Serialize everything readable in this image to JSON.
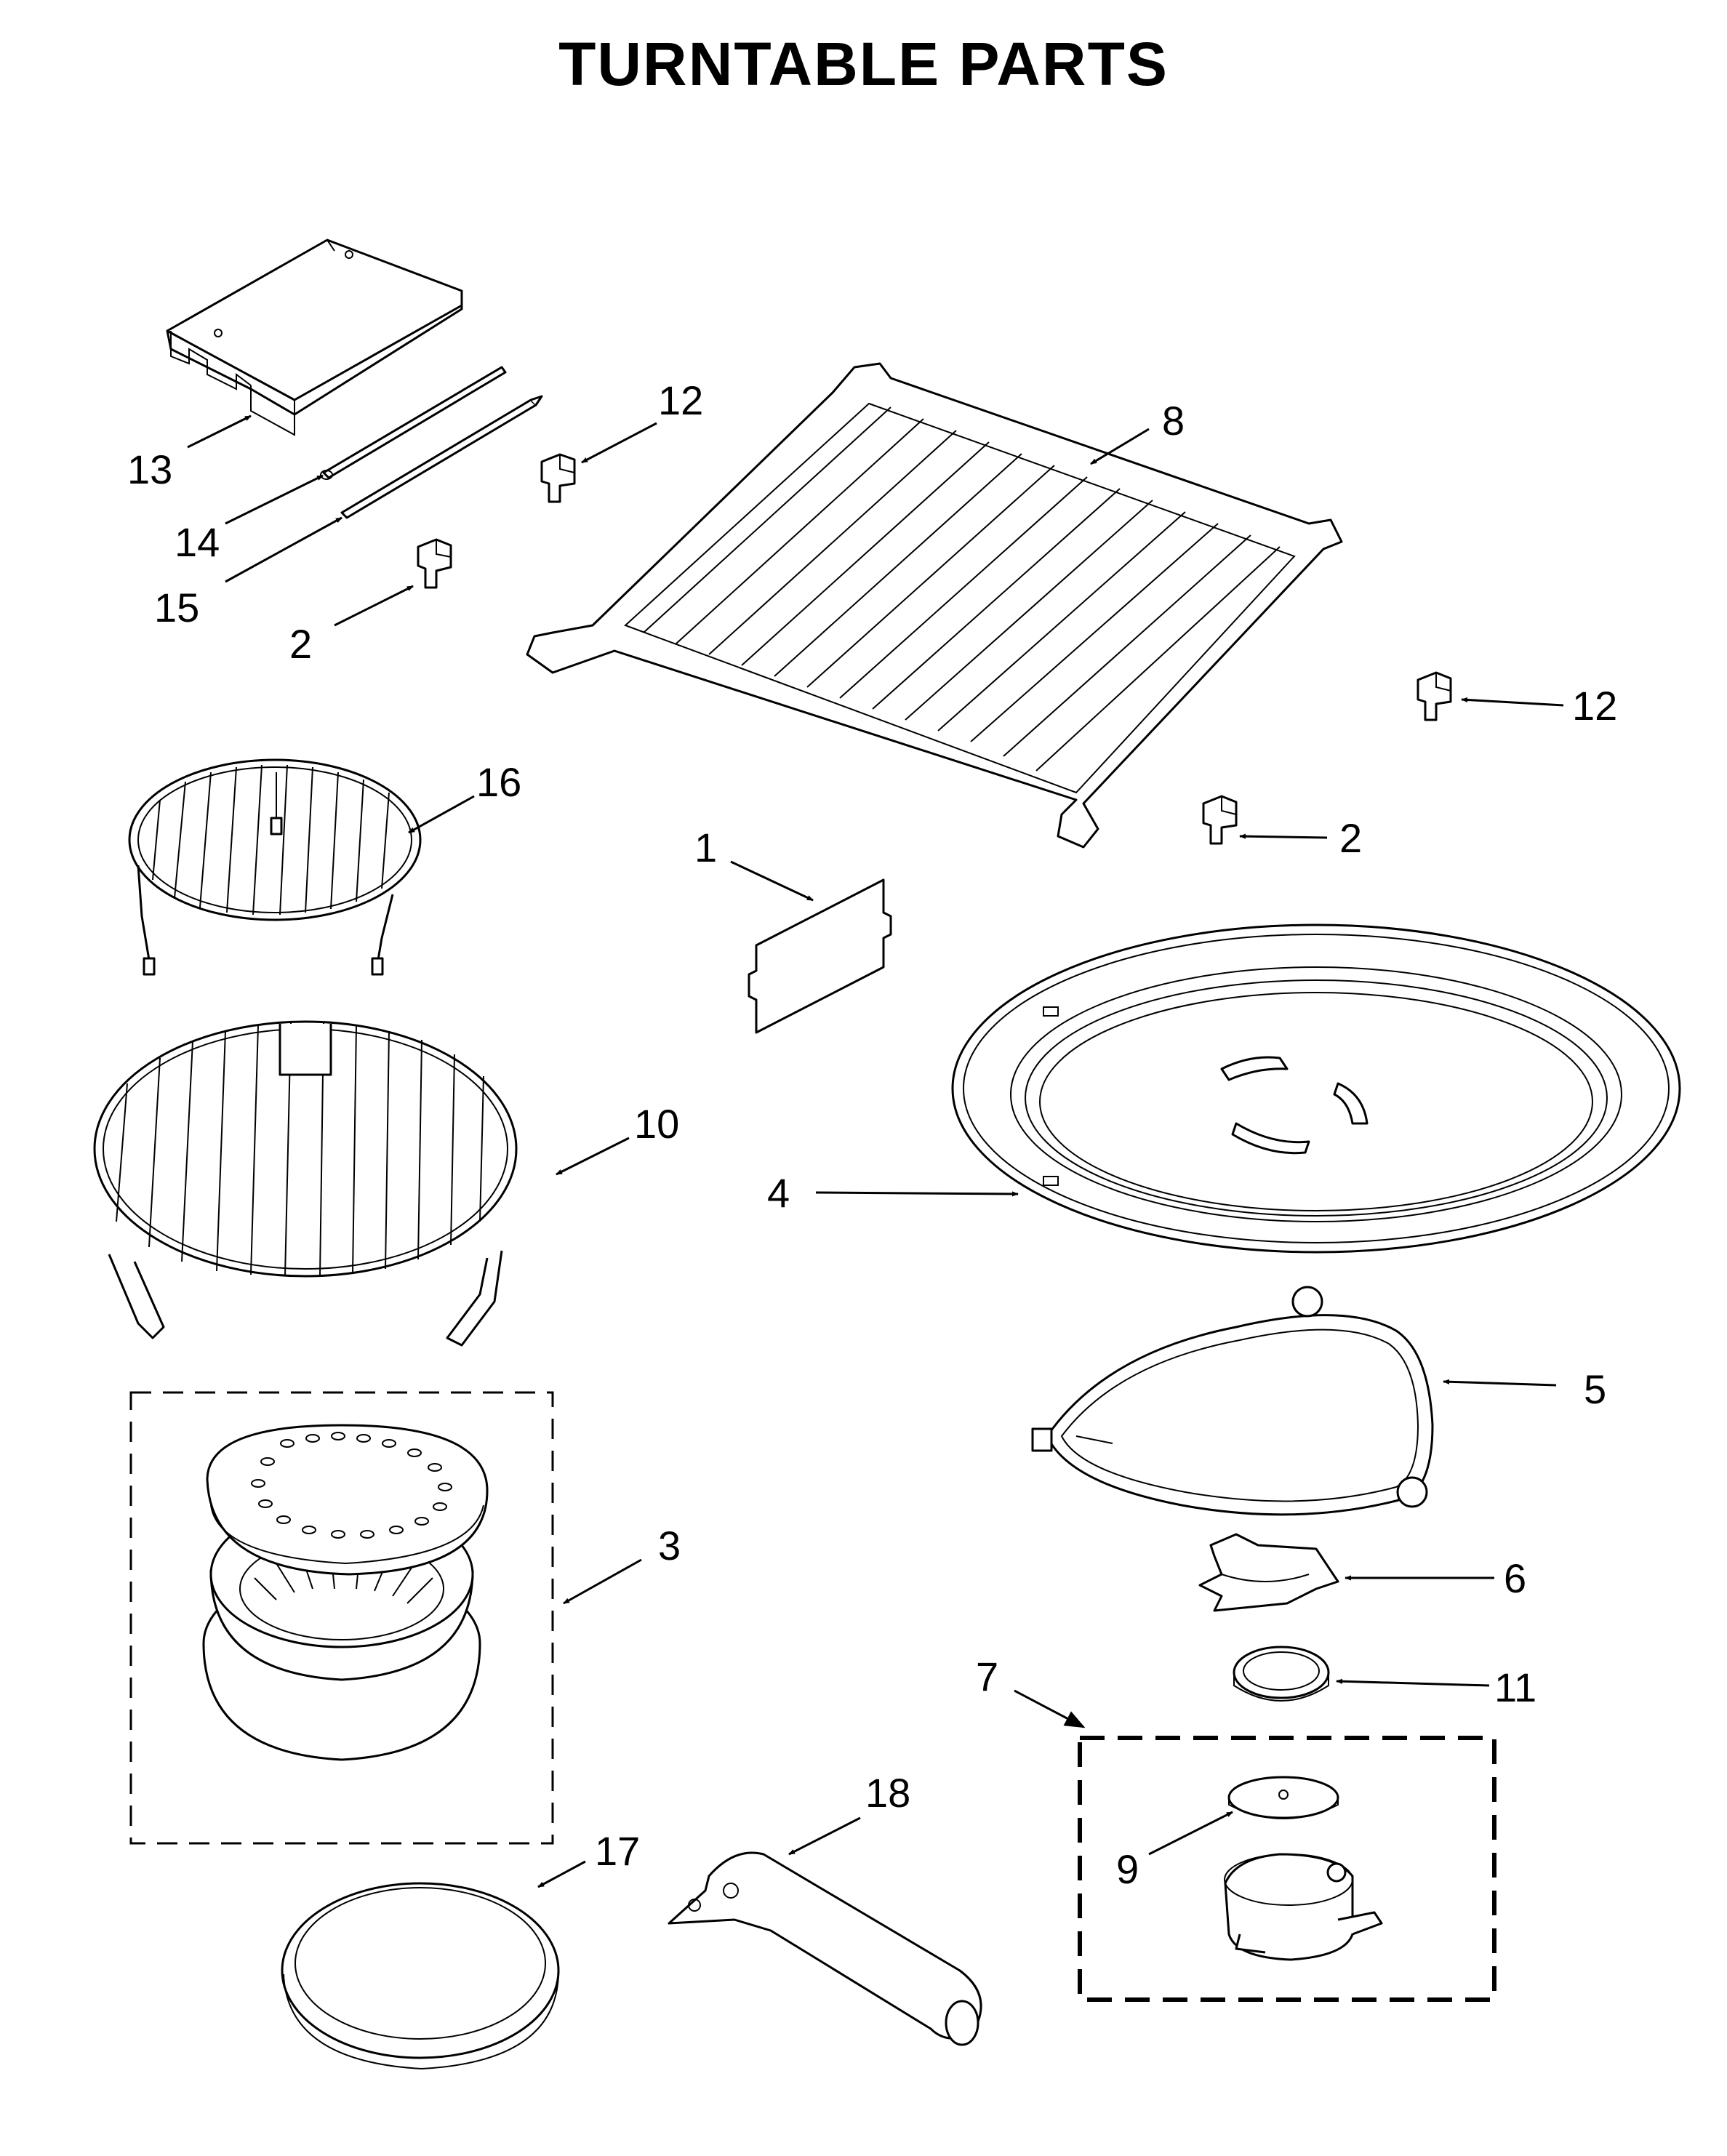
{
  "title": "TURNTABLE PARTS",
  "callouts": {
    "c1": "1",
    "c2a": "2",
    "c2b": "2",
    "c3": "3",
    "c4": "4",
    "c5": "5",
    "c6": "6",
    "c7": "7",
    "c8": "8",
    "c9": "9",
    "c10": "10",
    "c11": "11",
    "c12a": "12",
    "c12b": "12",
    "c13": "13",
    "c14": "14",
    "c15": "15",
    "c16": "16",
    "c17": "17",
    "c18": "18"
  }
}
